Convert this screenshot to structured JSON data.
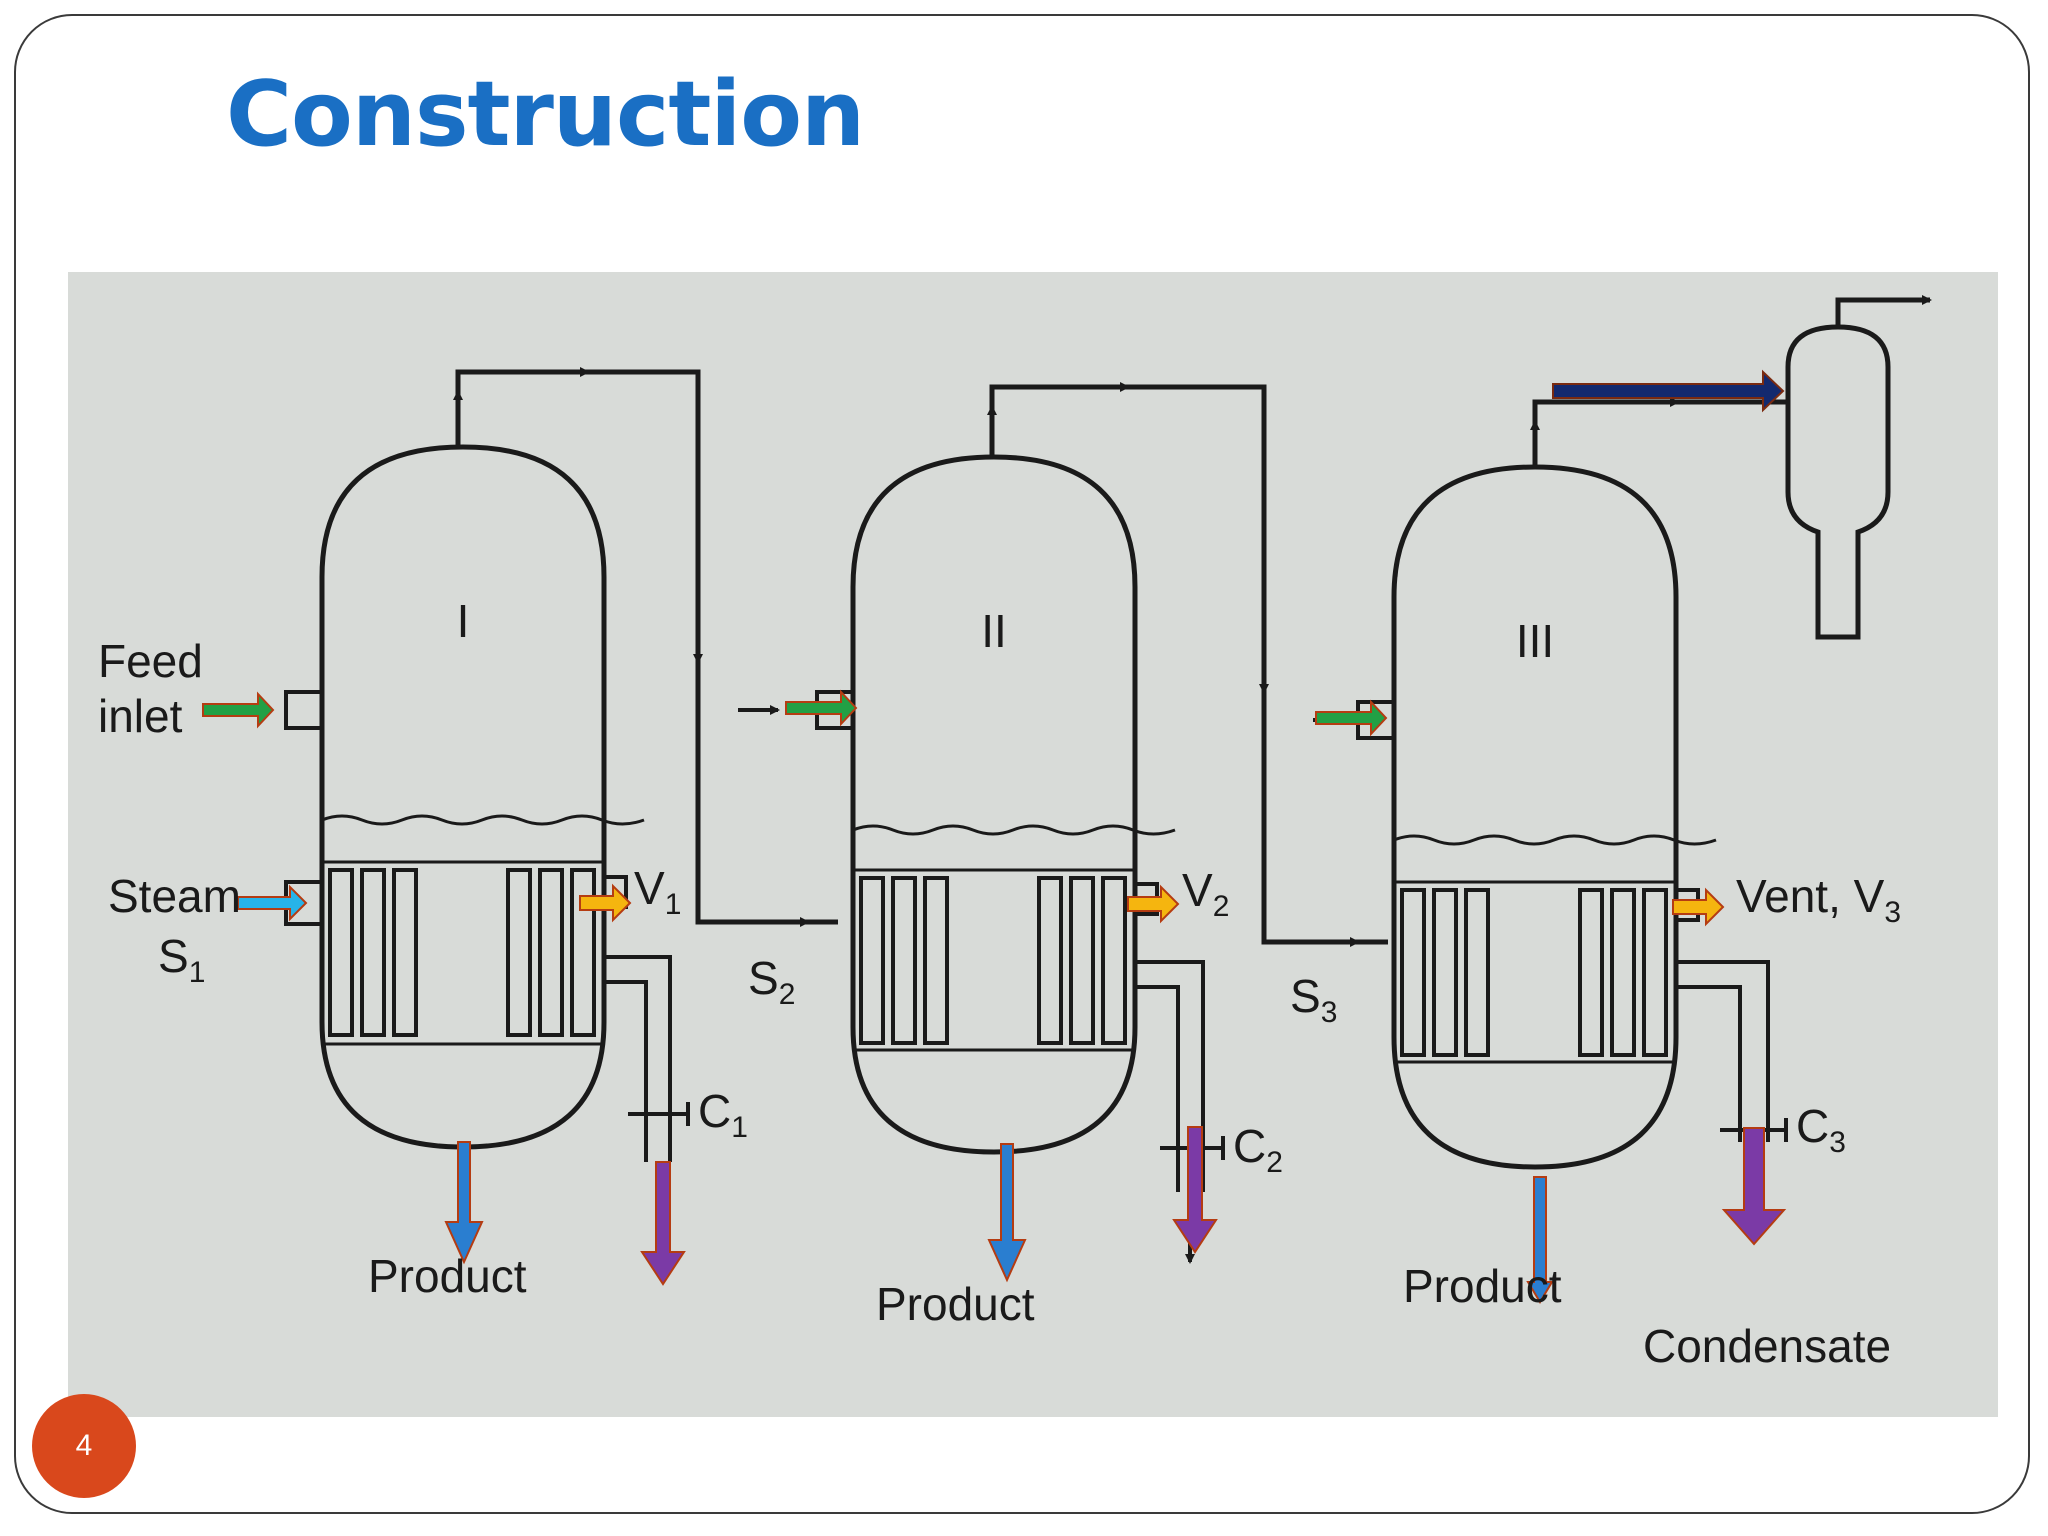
{
  "slide": {
    "title": "Construction",
    "page_number": "4"
  },
  "diagram": {
    "effects": [
      "I",
      "II",
      "III"
    ],
    "labels": {
      "feed": "Feed",
      "inlet": "inlet",
      "steam": "Steam",
      "s1": "S",
      "s1_sub": "1",
      "s2": "S",
      "s2_sub": "2",
      "s3": "S",
      "s3_sub": "3",
      "v1": "V",
      "v1_sub": "1",
      "v2": "V",
      "v2_sub": "2",
      "v3": "Vent, V",
      "v3_sub": "3",
      "c1": "C",
      "c1_sub": "1",
      "c2": "C",
      "c2_sub": "2",
      "c3": "C",
      "c3_sub": "3",
      "product_1": "Product",
      "product_2": "Product",
      "product_3": "Product",
      "condensate": "Condensate"
    },
    "colors": {
      "paper": "#d8dbd8",
      "ink": "#1a1a1a",
      "feed_arrow": "#22a045",
      "steam_arrow": "#27b3e8",
      "vent_arrow": "#f5b50f",
      "product_arrow": "#2a7ed0",
      "condensate_arrow": "#7b3aa6",
      "condenser_arrow": "#13296e"
    }
  }
}
